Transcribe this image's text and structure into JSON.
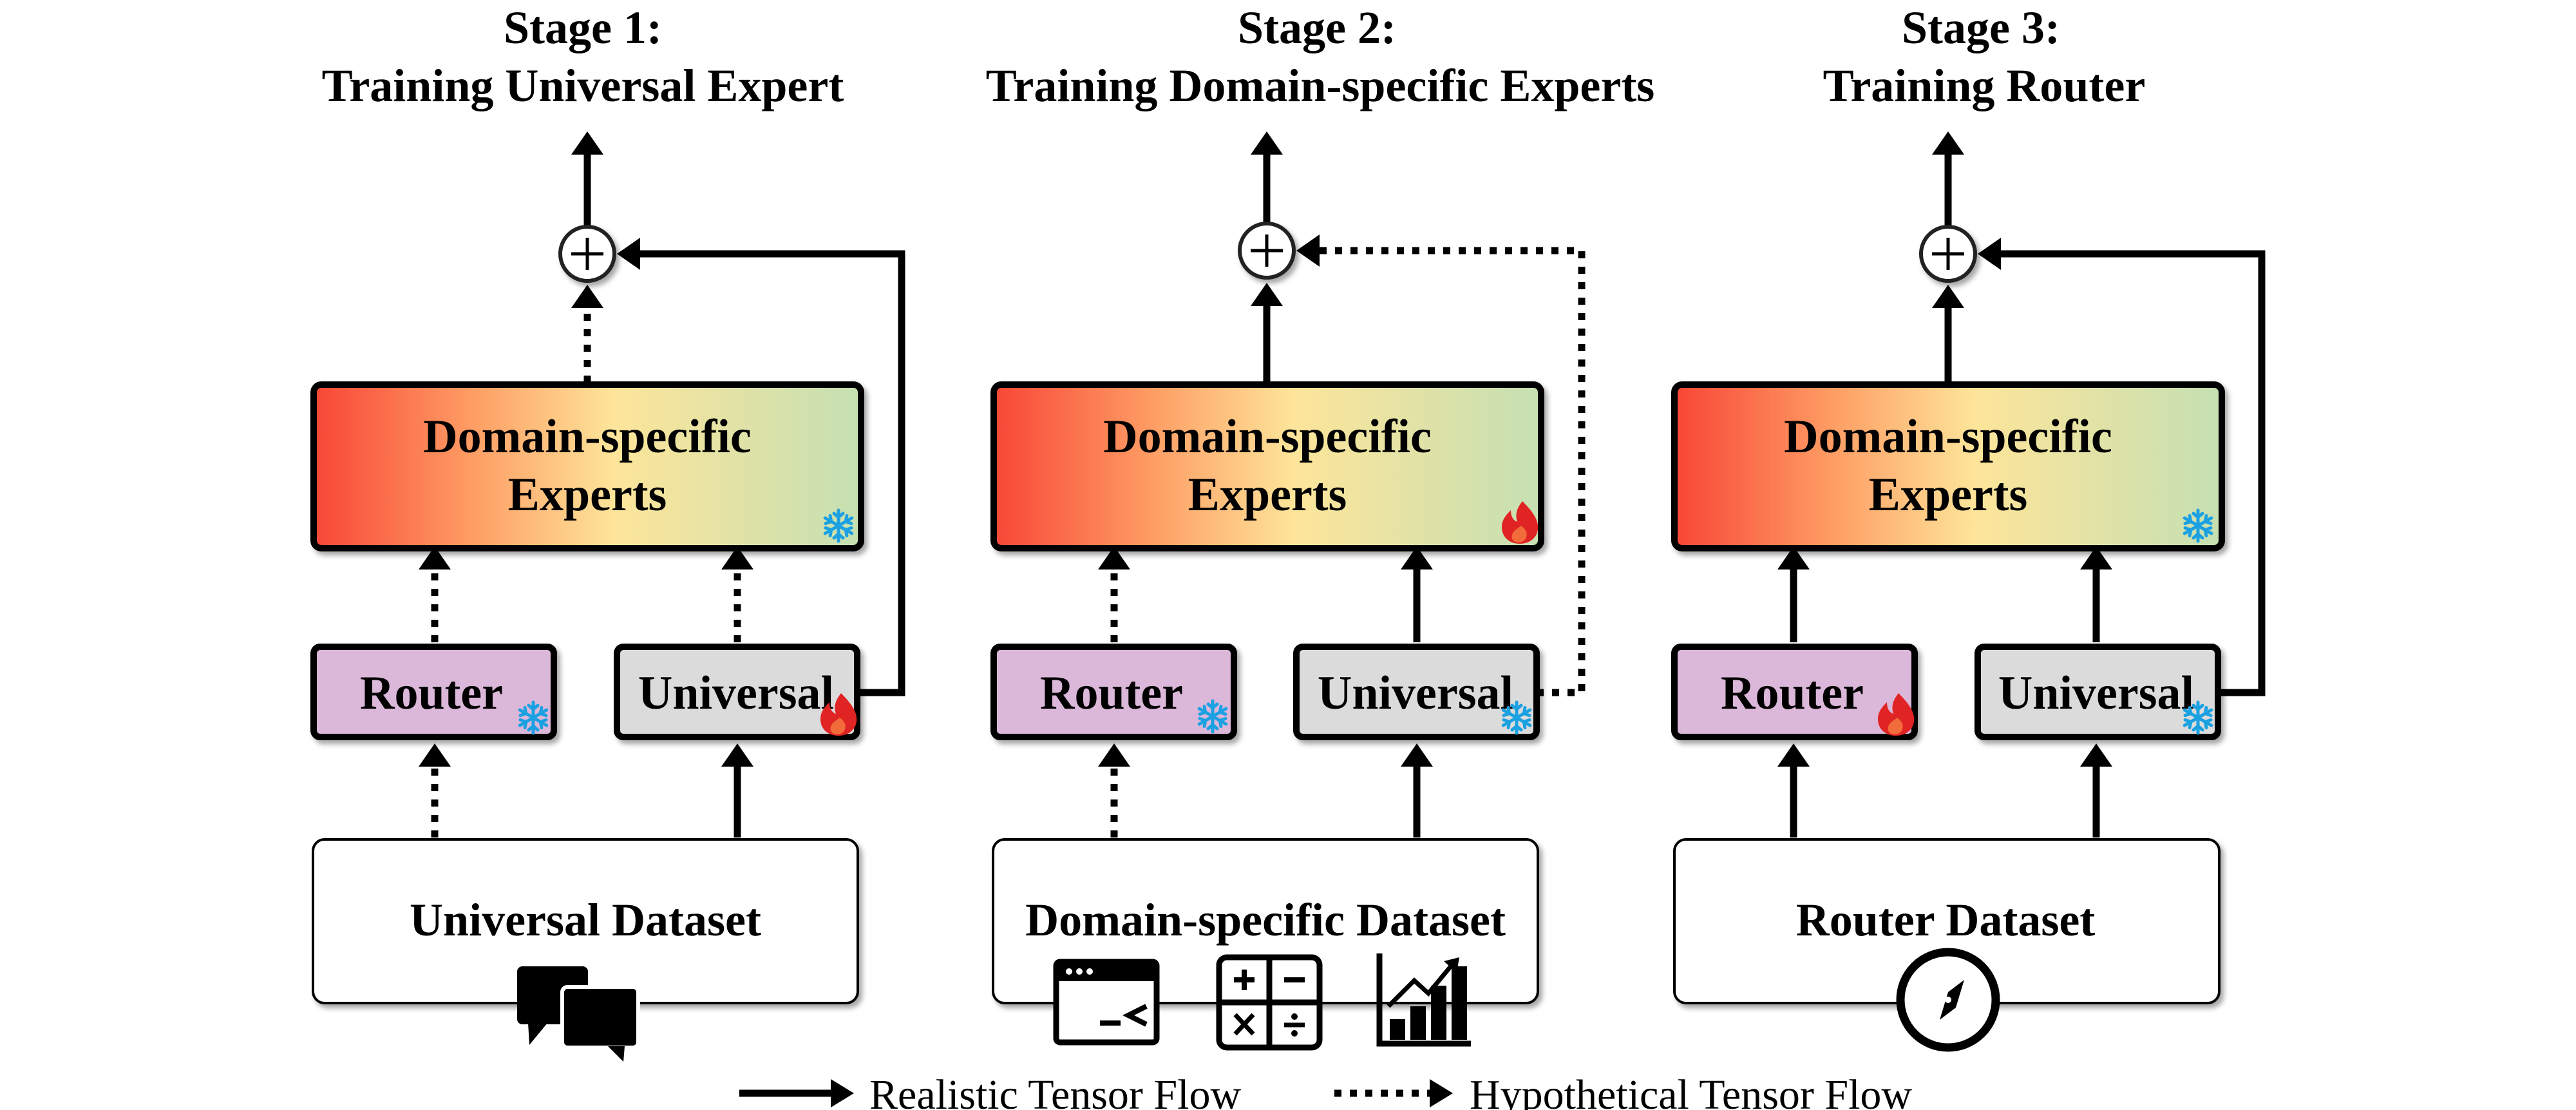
{
  "stages": [
    {
      "title_line1": "Stage 1:",
      "title_line2": "Training Universal Expert",
      "experts_line1": "Domain-specific",
      "experts_line2": "Experts",
      "experts_state": "frozen",
      "router_label": "Router",
      "router_state": "frozen",
      "universal_label": "Universal",
      "universal_state": "trainable",
      "dataset_label": "Universal Dataset",
      "dataset_icons": [
        "chat-bubbles-icon"
      ]
    },
    {
      "title_line1": "Stage 2:",
      "title_line2": "Training Domain-specific Experts",
      "experts_line1": "Domain-specific",
      "experts_line2": "Experts",
      "experts_state": "trainable",
      "router_label": "Router",
      "router_state": "frozen",
      "universal_label": "Universal",
      "universal_state": "frozen",
      "dataset_label": "Domain-specific Dataset",
      "dataset_icons": [
        "code-window-icon",
        "calculator-icon",
        "bar-chart-icon"
      ]
    },
    {
      "title_line1": "Stage 3:",
      "title_line2": "Training Router",
      "experts_line1": "Domain-specific",
      "experts_line2": "Experts",
      "experts_state": "frozen",
      "router_label": "Router",
      "router_state": "trainable",
      "universal_label": "Universal",
      "universal_state": "frozen",
      "dataset_label": "Router Dataset",
      "dataset_icons": [
        "compass-icon"
      ]
    }
  ],
  "legend": {
    "realistic": "Realistic Tensor Flow",
    "hypothetical": "Hypothetical Tensor Flow"
  },
  "colors": {
    "experts_gradient": [
      "#f84636",
      "#fea066",
      "#fde59a",
      "#c5e0b3"
    ],
    "router_fill": "#dbb7d9",
    "universal_fill": "#dbdbdb",
    "snowflake": "#1ba1e2",
    "flame": "#e02424"
  }
}
